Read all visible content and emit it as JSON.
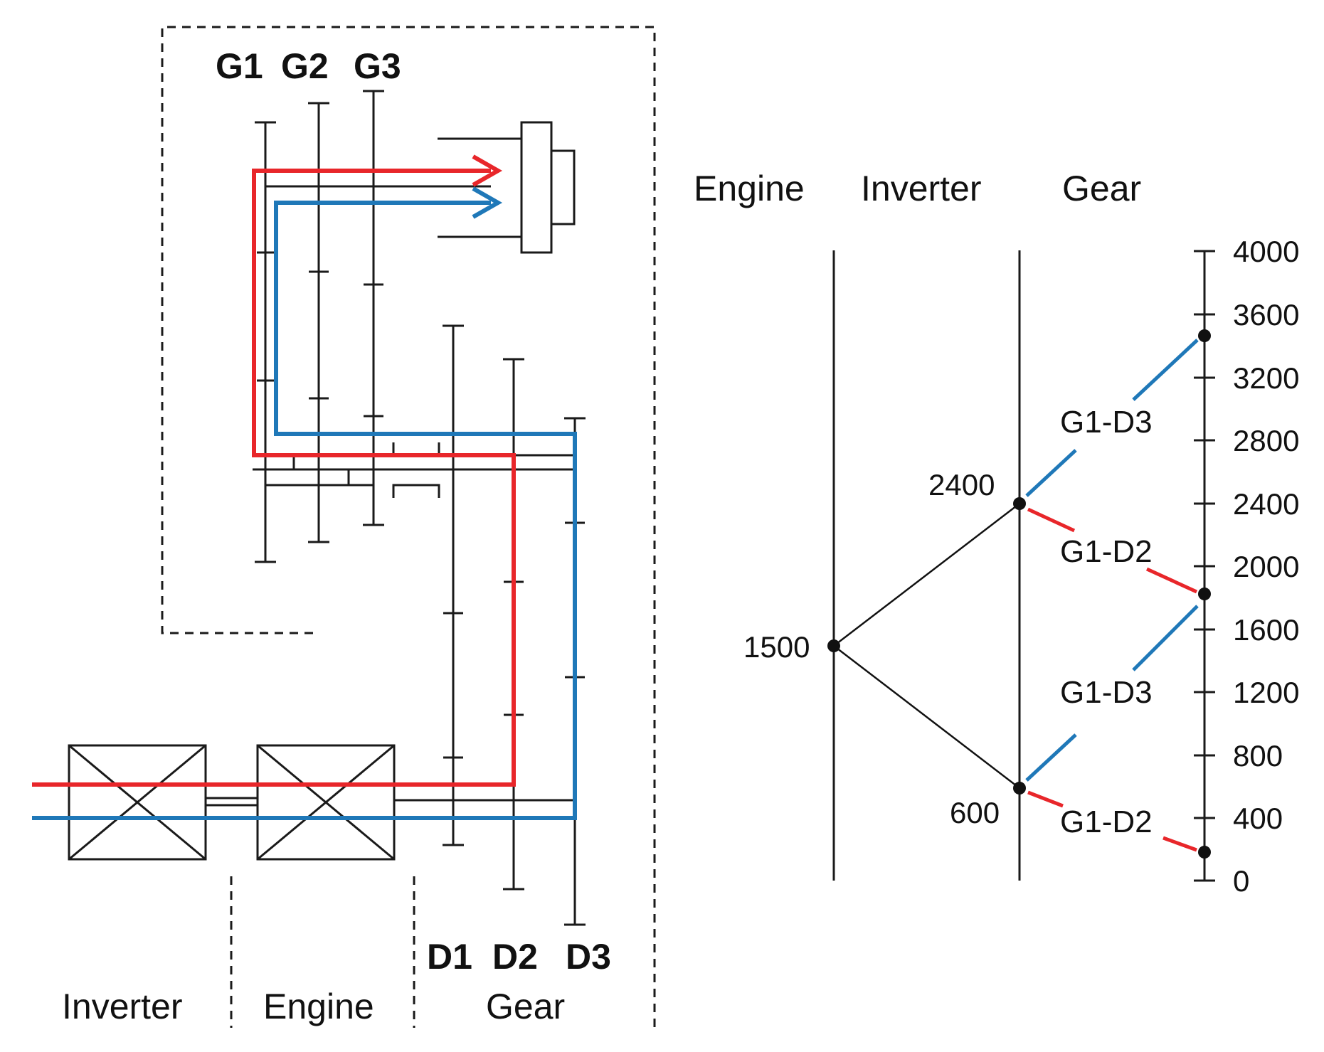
{
  "schematic": {
    "shaft_labels_top": [
      "G1",
      "G2",
      "G3"
    ],
    "shaft_labels_bottom": [
      "D1",
      "D2",
      "D3"
    ],
    "section_labels": [
      "Inverter",
      "Engine",
      "Gear"
    ]
  },
  "speed_diagram": {
    "column_headers": [
      "Engine",
      "Inverter",
      "Gear"
    ],
    "engine_speed": "1500",
    "inverter_speeds": [
      "2400",
      "600"
    ],
    "axis_ticks": [
      "4000",
      "3600",
      "3200",
      "2800",
      "2400",
      "2000",
      "1600",
      "1200",
      "800",
      "400",
      "0"
    ],
    "path_labels": [
      "G1-D3",
      "G1-D2",
      "G1-D3",
      "G1-D2"
    ]
  },
  "colors": {
    "red_path": "#e8262a",
    "blue_path": "#1f78b8"
  }
}
